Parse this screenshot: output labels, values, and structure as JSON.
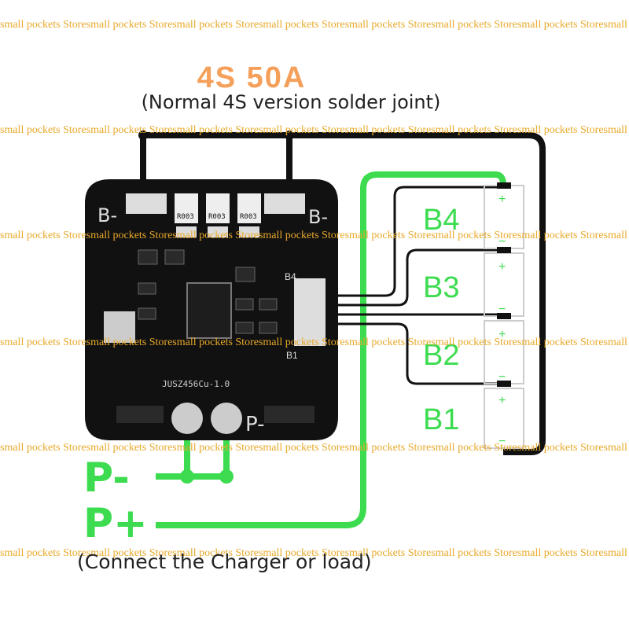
{
  "title": "4S 50A",
  "subtitle": "(Normal 4S version solder joint)",
  "bottom_note": "(Connect the Charger or load)",
  "terminals": {
    "p_minus": "P-",
    "p_plus": "P+"
  },
  "board": {
    "label_b_minus_left": "B-",
    "label_b_minus_right": "B-",
    "label_p_minus": "P-",
    "label_b1": "B1",
    "label_b4": "B4",
    "resistor_codes": [
      "R003",
      "R003",
      "R003"
    ],
    "board_text": "JUSZ456Cu-1.0"
  },
  "cells": [
    {
      "name": "B4",
      "plus": "+",
      "minus": "−"
    },
    {
      "name": "B3",
      "plus": "+",
      "minus": "−"
    },
    {
      "name": "B2",
      "plus": "+",
      "minus": "−"
    },
    {
      "name": "B1",
      "plus": "+",
      "minus": "−"
    }
  ],
  "watermark": "small pockets Store",
  "colors": {
    "title": "#f5a05a",
    "green_wire": "#3ddc50",
    "cell_text": "#3ddc50",
    "watermark": "#e8a92a",
    "board": "#111111"
  }
}
